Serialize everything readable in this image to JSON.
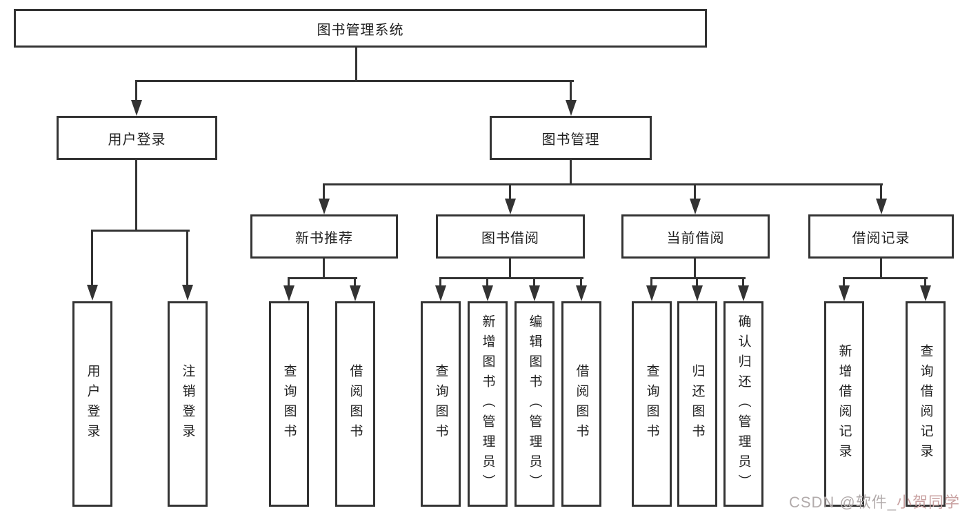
{
  "diagram": {
    "title": "图书管理系统",
    "root": {
      "label": "图书管理系统"
    },
    "level2": [
      {
        "id": "user-login-group",
        "label": "用户登录",
        "parent": "图书管理系统"
      },
      {
        "id": "book-management",
        "label": "图书管理",
        "parent": "图书管理系统"
      }
    ],
    "level3": [
      {
        "id": "new-book-recommend",
        "label": "新书推荐",
        "parent": "图书管理"
      },
      {
        "id": "book-borrow",
        "label": "图书借阅",
        "parent": "图书管理"
      },
      {
        "id": "current-borrow",
        "label": "当前借阅",
        "parent": "图书管理"
      },
      {
        "id": "borrow-record",
        "label": "借阅记录",
        "parent": "图书管理"
      }
    ],
    "leaves": [
      {
        "label": "用户登录",
        "parent": "用户登录"
      },
      {
        "label": "注销登录",
        "parent": "用户登录"
      },
      {
        "label": "查询图书",
        "parent": "新书推荐"
      },
      {
        "label": "借阅图书",
        "parent": "新书推荐"
      },
      {
        "label": "查询图书",
        "parent": "图书借阅"
      },
      {
        "label": "新增图书（管理员）",
        "parent": "图书借阅"
      },
      {
        "label": "编辑图书（管理员）",
        "parent": "图书借阅"
      },
      {
        "label": "借阅图书",
        "parent": "图书借阅"
      },
      {
        "label": "查询图书",
        "parent": "当前借阅"
      },
      {
        "label": "归还图书",
        "parent": "当前借阅"
      },
      {
        "label": "确认归还（管理员）",
        "parent": "当前借阅"
      },
      {
        "label": "新增借阅记录",
        "parent": "借阅记录"
      },
      {
        "label": "查询借阅记录",
        "parent": "借阅记录"
      }
    ]
  },
  "watermark": {
    "prefix": "CSDN @软件_",
    "suffix": "小贺同学"
  },
  "colors": {
    "line": "#333333",
    "text": "#1f1f1f",
    "background": "#ffffff",
    "watermark_gray": "#b2abab",
    "watermark_red": "#c9a2a2"
  }
}
